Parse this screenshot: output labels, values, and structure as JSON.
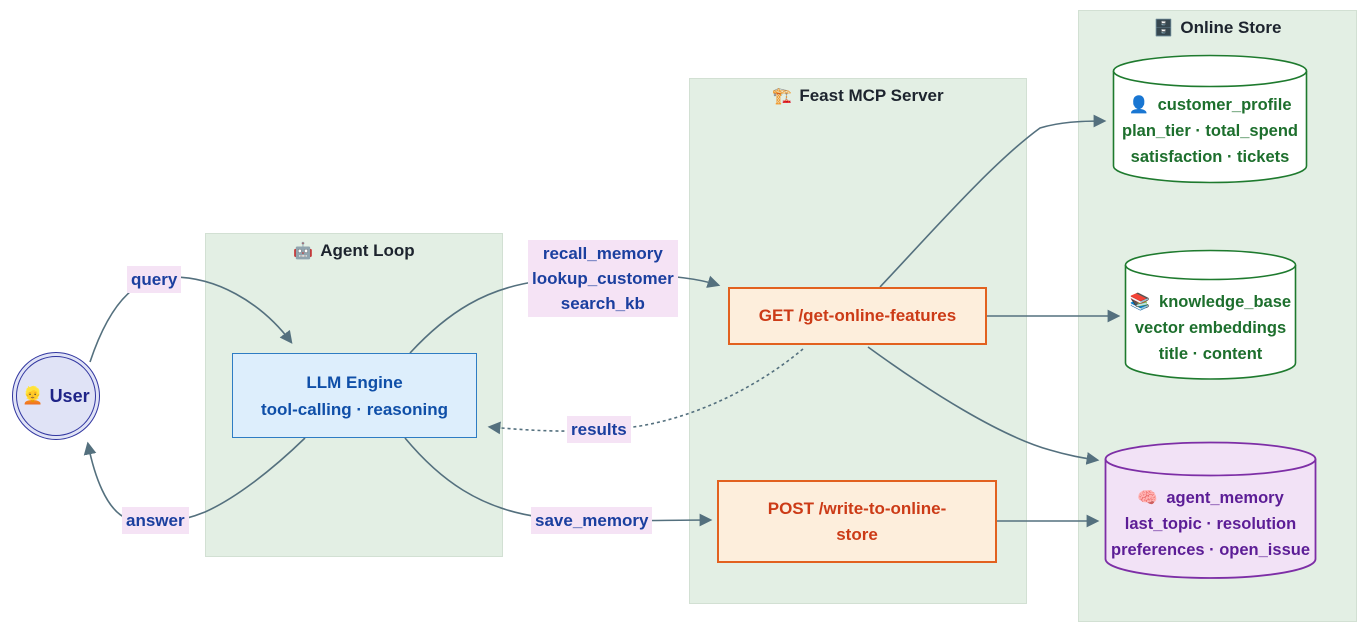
{
  "diagram_title_hint": "agent feature-store architecture",
  "containers": {
    "agent_loop": {
      "icon": "🤖",
      "title": "Agent Loop"
    },
    "feast_mcp": {
      "icon": "🏗️",
      "title": "Feast MCP Server"
    },
    "online_store": {
      "icon": "🗄️",
      "title": "Online Store"
    }
  },
  "nodes": {
    "user": {
      "icon": "👱",
      "label": "User"
    },
    "llm": {
      "lines": [
        "LLM Engine",
        "tool-calling · reasoning"
      ]
    },
    "get_endpoint": {
      "lines": [
        "GET /get-online-features"
      ]
    },
    "post_endpoint": {
      "lines": [
        "POST /write-to-online-",
        "store"
      ]
    },
    "customer_profile": {
      "icon": "👤",
      "title": "customer_profile",
      "lines": [
        "plan_tier · total_spend",
        "satisfaction · tickets"
      ]
    },
    "knowledge_base": {
      "icon": "📚",
      "title": "knowledge_base",
      "lines": [
        "vector embeddings",
        "title · content"
      ]
    },
    "agent_memory": {
      "icon": "🧠",
      "title": "agent_memory",
      "lines": [
        "last_topic · resolution",
        "preferences · open_issue"
      ]
    }
  },
  "edge_labels": {
    "query": "query",
    "answer": "answer",
    "recall": [
      "recall_memory",
      "lookup_customer",
      "search_kb"
    ],
    "results": "results",
    "save_memory": "save_memory"
  },
  "colors": {
    "container_fill": "#e3efe4",
    "edge_stroke": "#54707e",
    "label_bg": "#f5e3f5",
    "label_text": "#1b3f9f",
    "llm_fill": "#ddeefc",
    "llm_border": "#2e7cc3",
    "api_fill": "#fdeedc",
    "api_border": "#e2611f",
    "api_text": "#cc3b17",
    "green_db_stroke": "#1e7a2e",
    "purple_db_fill": "#f2e2f6",
    "purple_db_stroke": "#7d2ea6",
    "user_fill": "#e0e3f6",
    "user_border": "#3136a0"
  }
}
